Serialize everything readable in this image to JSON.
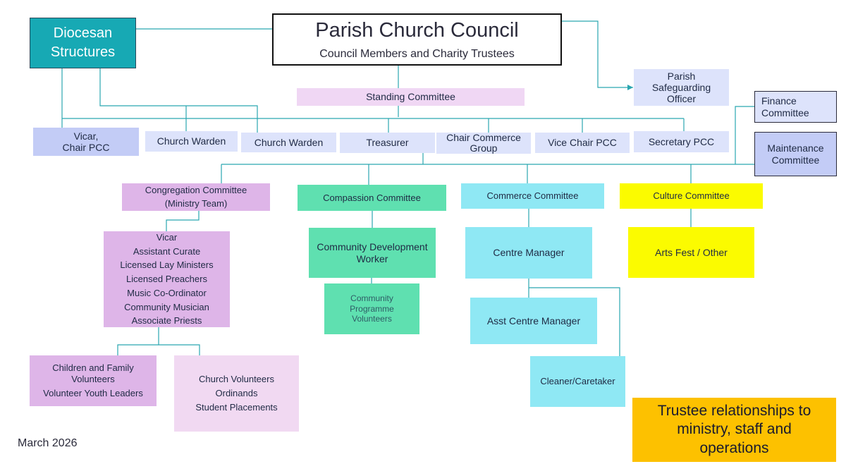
{
  "top": {
    "diocesan": [
      "Diocesan",
      "Structures"
    ],
    "pcc_title": "Parish Church Council",
    "pcc_subtitle": "Council Members and Charity Trustees",
    "safeguarding": [
      "Parish",
      "Safeguarding",
      "Officer"
    ],
    "standing": "Standing Committee",
    "finance": [
      "Finance",
      "Committee"
    ],
    "maintenance": [
      "Maintenance",
      "Committee"
    ]
  },
  "officers": {
    "vicar": [
      "Vicar,",
      "Chair PCC"
    ],
    "warden1": "Church Warden",
    "warden2": "Church Warden",
    "treasurer": "Treasurer",
    "chair_commerce": [
      "Chair Commerce",
      "Group"
    ],
    "vice_chair": "Vice Chair PCC",
    "secretary": "Secretary PCC"
  },
  "committees": {
    "congregation": [
      "Congregation Committee",
      "(Ministry Team)"
    ],
    "compassion": "Compassion Committee",
    "commerce": "Commerce Committee",
    "culture": "Culture Committee"
  },
  "ministry": [
    "Vicar",
    "Assistant Curate",
    "Licensed Lay Ministers",
    "Licensed Preachers",
    "Music Co-Ordinator",
    "Community Musician",
    "Associate Priests"
  ],
  "children": [
    "Children and Family",
    "Volunteers",
    "Volunteer Youth Leaders"
  ],
  "church_volunteers": [
    "Church Volunteers",
    "Ordinands",
    "Student Placements"
  ],
  "community_dev": [
    "Community Development",
    "Worker"
  ],
  "community_prog": [
    "Community",
    "Programme",
    "Volunteers"
  ],
  "centre_manager": "Centre Manager",
  "asst_centre": "Asst Centre Manager",
  "cleaner": "Cleaner/Caretaker",
  "arts": "Arts Fest / Other",
  "footer": {
    "date": "March 2026",
    "caption": [
      "Trustee relationships to",
      "ministry, staff and",
      "operations"
    ]
  },
  "colors": {
    "lines": "#2aa6b0",
    "teal": "#17a9b4",
    "orange": "#fdc100"
  }
}
